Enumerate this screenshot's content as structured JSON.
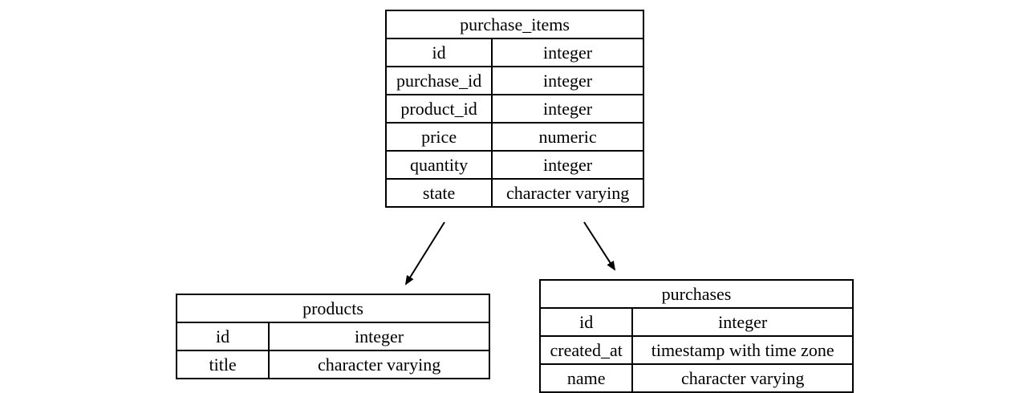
{
  "tables": {
    "purchase_items": {
      "name": "purchase_items",
      "columns": [
        {
          "name": "id",
          "type": "integer"
        },
        {
          "name": "purchase_id",
          "type": "integer"
        },
        {
          "name": "product_id",
          "type": "integer"
        },
        {
          "name": "price",
          "type": "numeric"
        },
        {
          "name": "quantity",
          "type": "integer"
        },
        {
          "name": "state",
          "type": "character varying"
        }
      ]
    },
    "products": {
      "name": "products",
      "columns": [
        {
          "name": "id",
          "type": "integer"
        },
        {
          "name": "title",
          "type": "character varying"
        }
      ]
    },
    "purchases": {
      "name": "purchases",
      "columns": [
        {
          "name": "id",
          "type": "integer"
        },
        {
          "name": "created_at",
          "type": "timestamp with time zone"
        },
        {
          "name": "name",
          "type": "character varying"
        }
      ]
    }
  },
  "relations": [
    {
      "from": "purchase_items",
      "to": "products"
    },
    {
      "from": "purchase_items",
      "to": "purchases"
    }
  ]
}
